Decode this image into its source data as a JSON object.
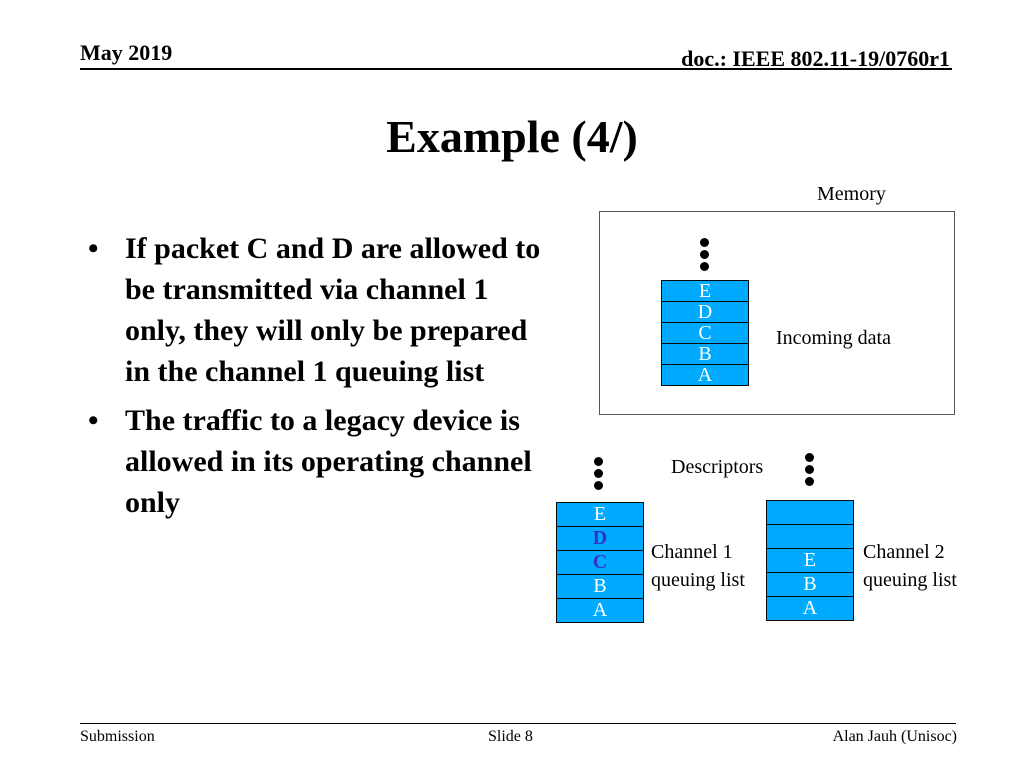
{
  "header": {
    "date": "May 2019",
    "doc": "doc.: IEEE 802.11-19/0760r1"
  },
  "slide": {
    "title": "Example (4/)",
    "bullets": [
      "If packet C and D are allowed to be transmitted via channel 1 only, they will only be prepared in the channel 1 queuing list",
      "The traffic to a legacy device is allowed in its operating channel only"
    ]
  },
  "diagram": {
    "memory_label": "Memory",
    "incoming_label": "Incoming data",
    "descriptors_label": "Descriptors",
    "memory_stack": [
      "E",
      "D",
      "C",
      "B",
      "A"
    ],
    "channel1": {
      "label_line1": "Channel 1",
      "label_line2": "queuing list",
      "stack": [
        "E",
        "D",
        "C",
        "B",
        "A"
      ]
    },
    "channel2": {
      "label_line1": "Channel 2",
      "label_line2": "queuing list",
      "stack": [
        "",
        "",
        "E",
        "B",
        "A"
      ]
    },
    "colors": {
      "cell_fill": "#00aaff",
      "cell_text": "#ffffff",
      "highlight_text": "#3333cc"
    }
  },
  "footer": {
    "left": "Submission",
    "center": "Slide 8",
    "right": "Alan Jauh (Unisoc)"
  }
}
